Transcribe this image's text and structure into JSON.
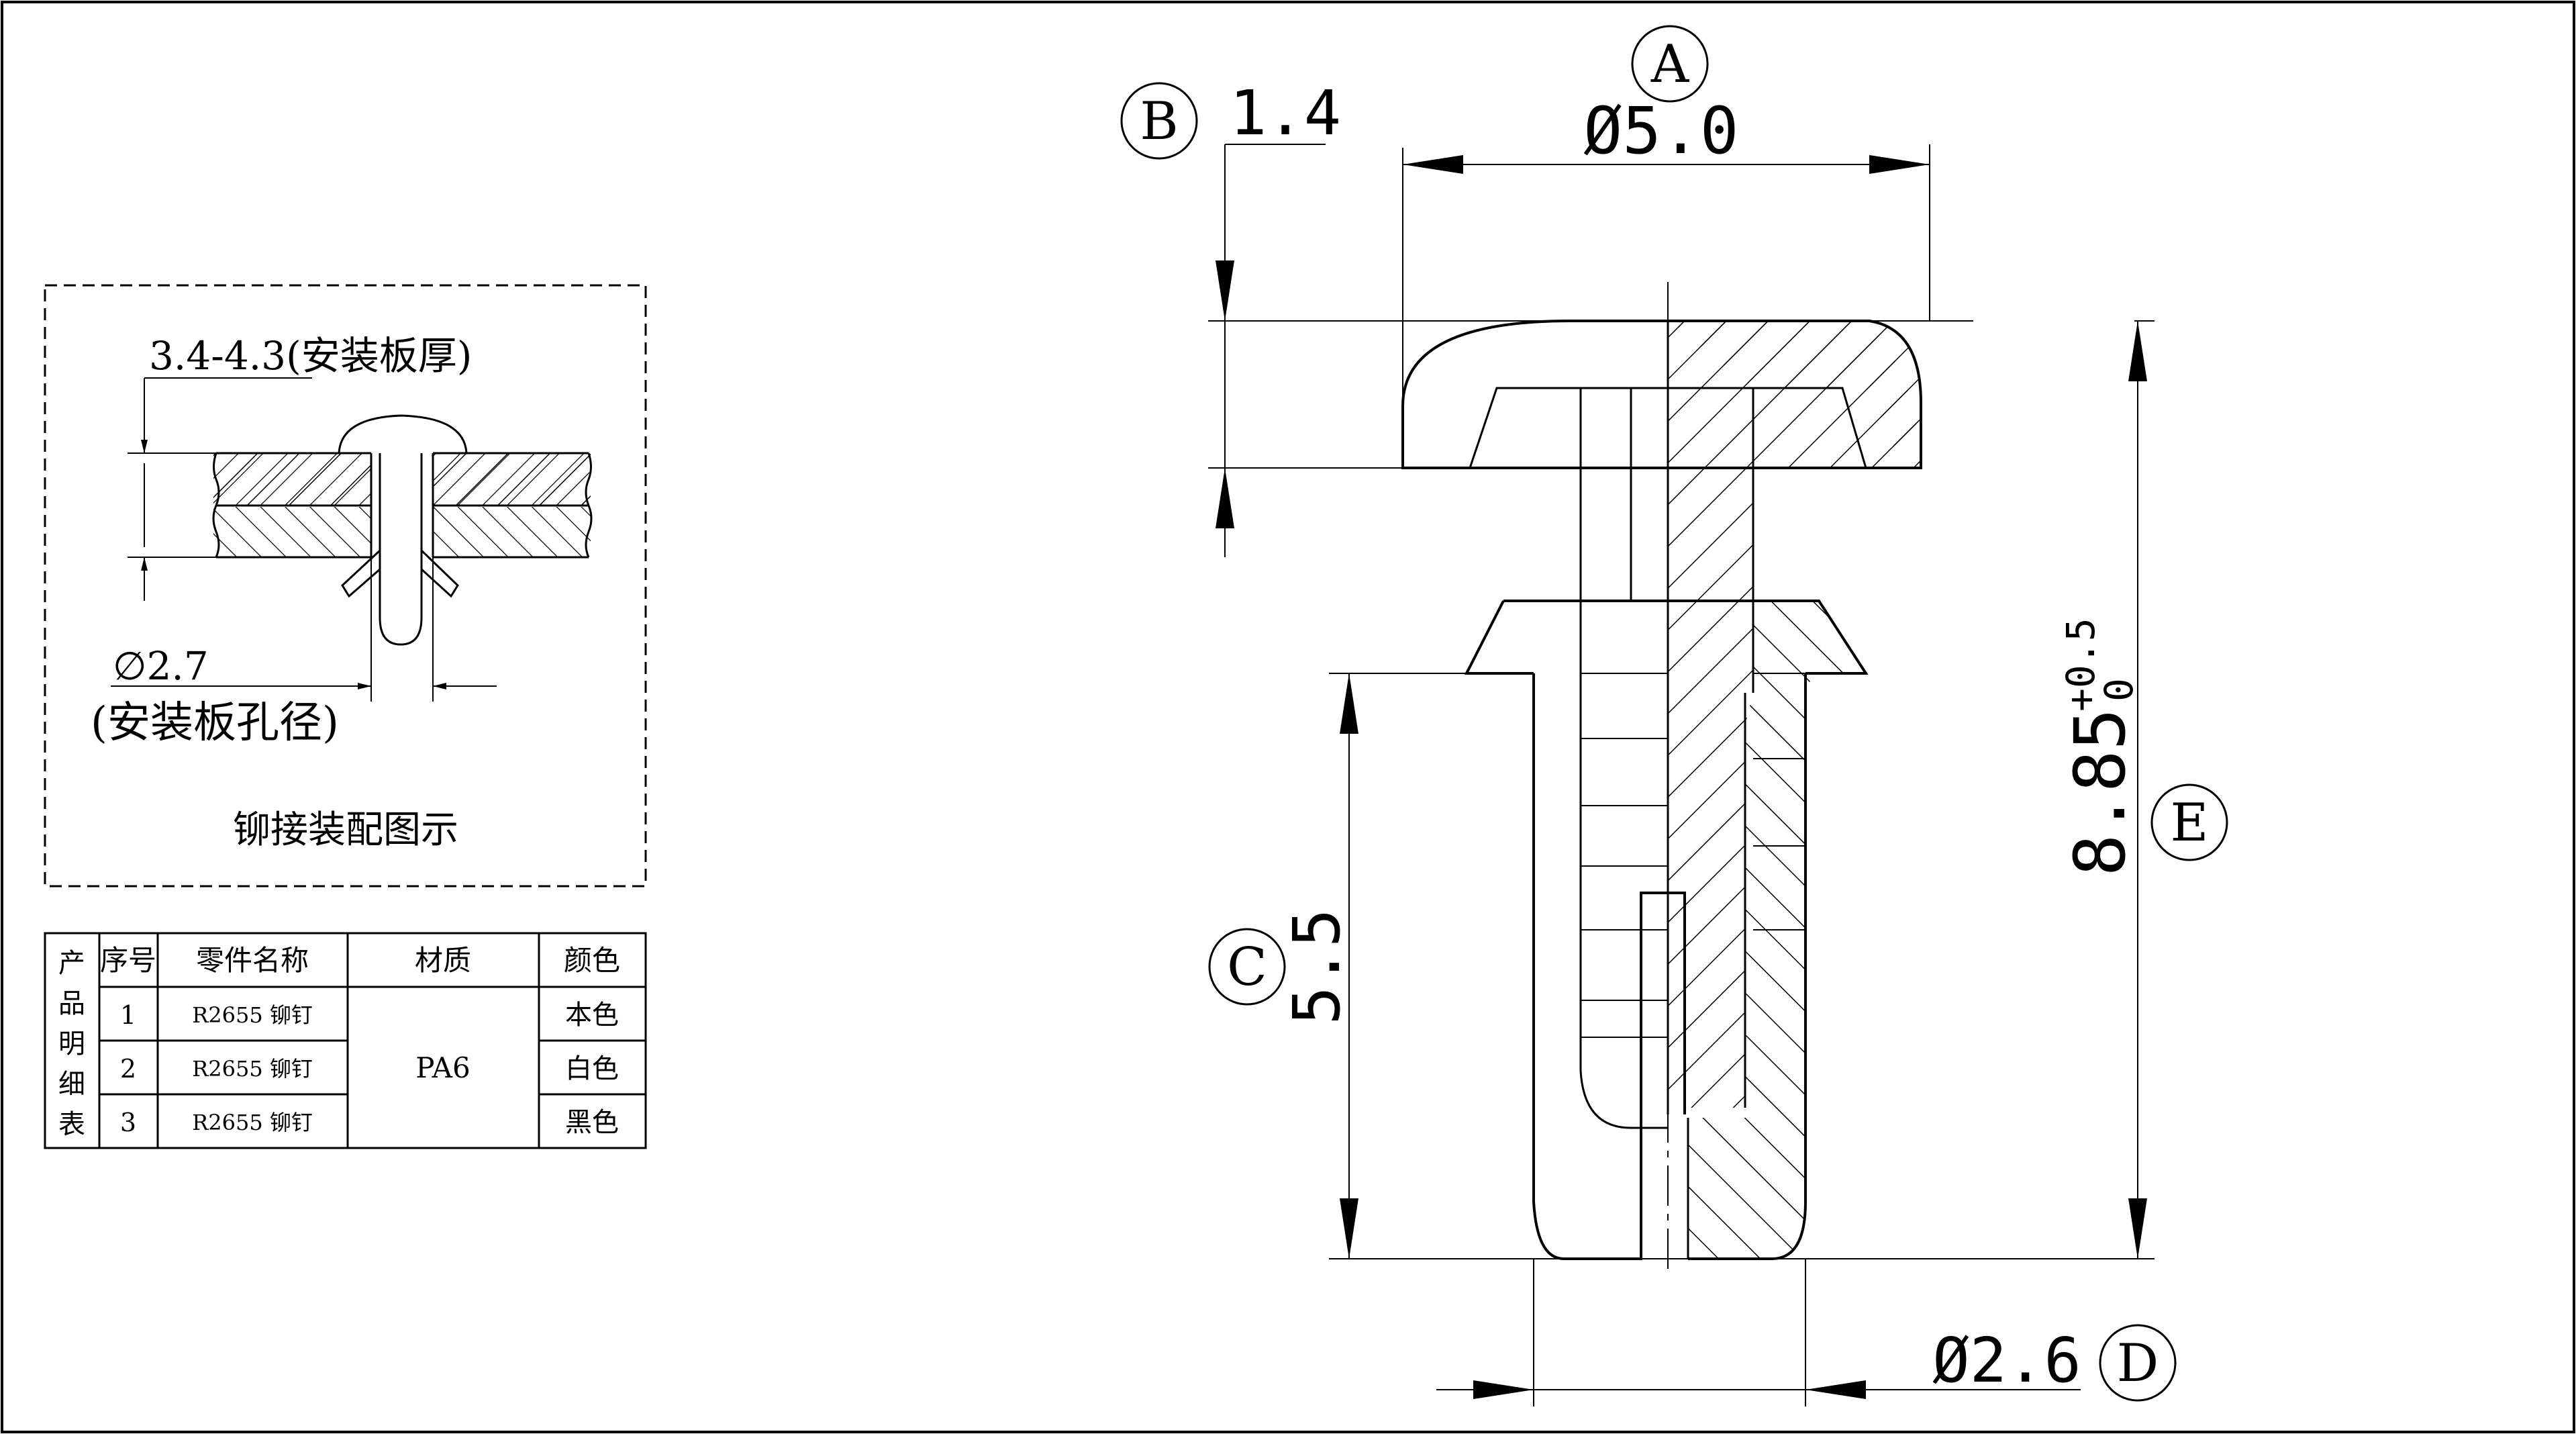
{
  "callouts": {
    "A": "A",
    "B": "B",
    "C": "C",
    "D": "D",
    "E": "E"
  },
  "dimensions": {
    "head_diameter": "Ø5.0",
    "head_height": "1.4",
    "leg_length": "5.5",
    "shank_diameter": "Ø2.6",
    "total_length": "8.85",
    "total_length_tol_upper": "+0.5",
    "total_length_tol_lower": "0"
  },
  "assembly": {
    "plate_thickness_label": "3.4-4.3(安装板厚)",
    "hole_diameter_label": "∅2.7",
    "hole_diameter_caption": "(安装板孔径)",
    "caption": "铆接装配图示"
  },
  "parts_table": {
    "side_title": [
      "产",
      "品",
      "明",
      "细",
      "表"
    ],
    "headers": [
      "序号",
      "零件名称",
      "材质",
      "颜色"
    ],
    "material": "PA6",
    "rows": [
      {
        "no": "1",
        "name": "R2655 铆钉",
        "color": "本色"
      },
      {
        "no": "2",
        "name": "R2655 铆钉",
        "color": "白色"
      },
      {
        "no": "3",
        "name": "R2655 铆钉",
        "color": "黑色"
      }
    ]
  }
}
